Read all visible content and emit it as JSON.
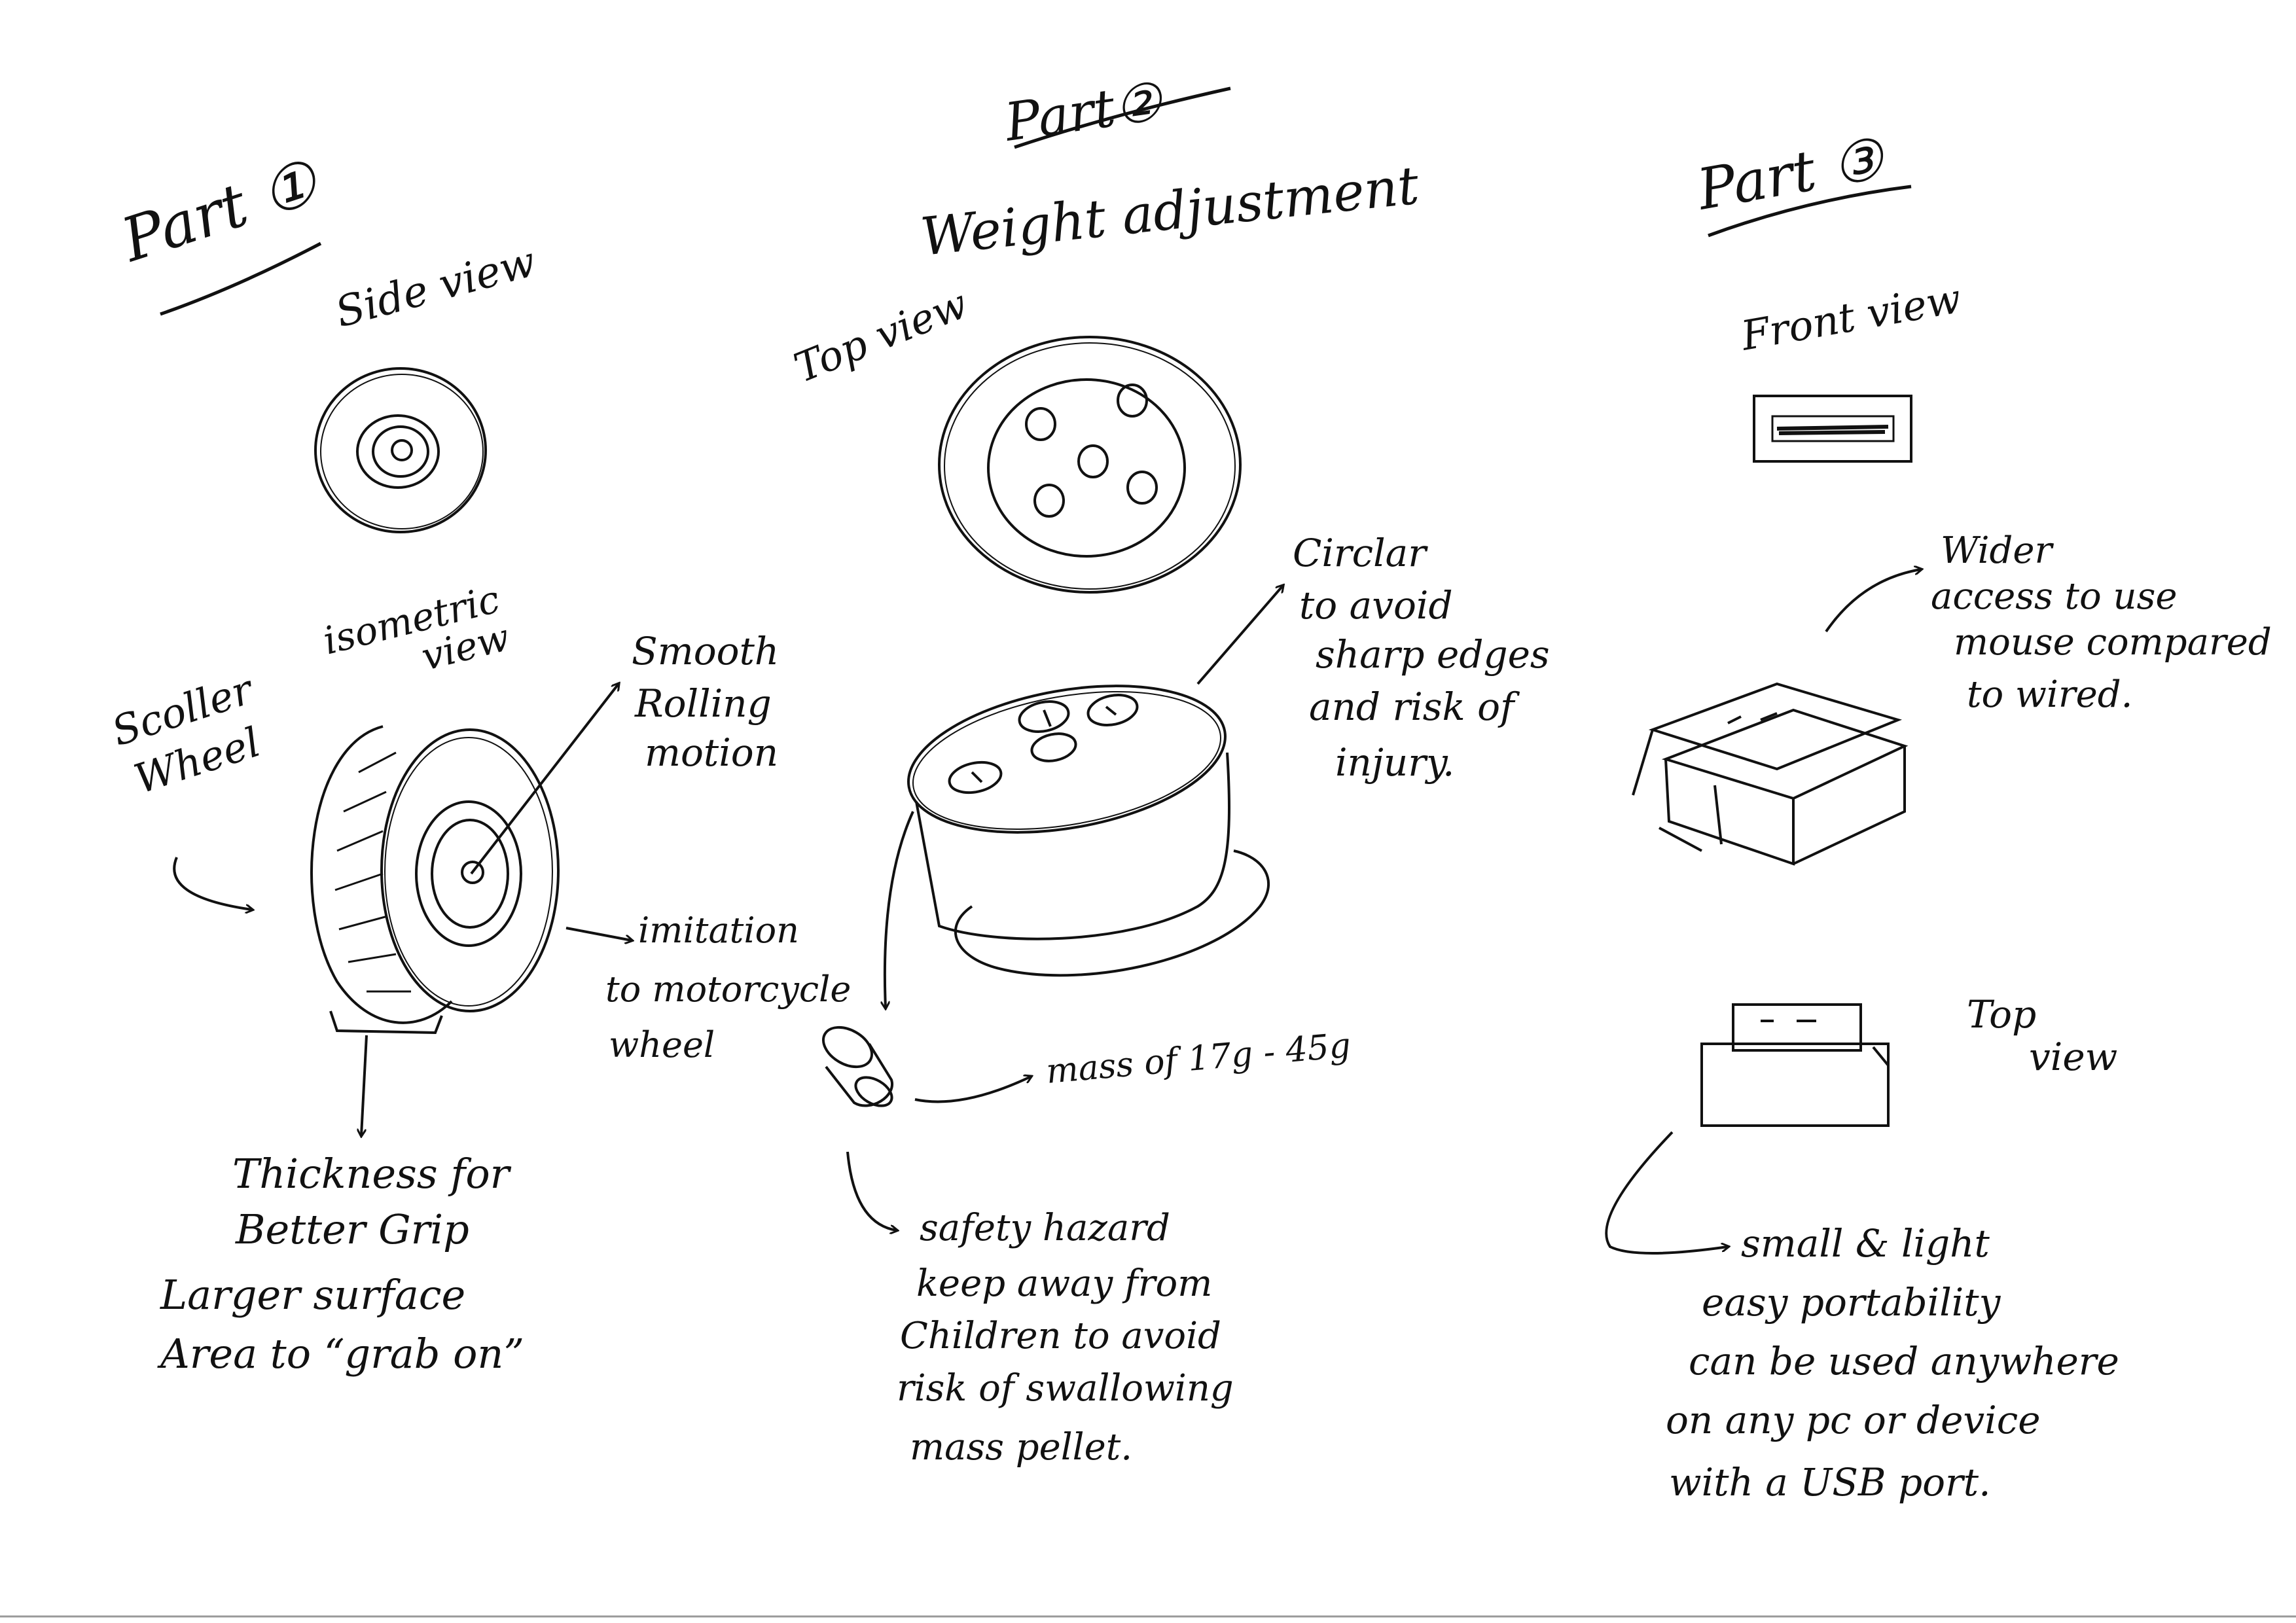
{
  "colors": {
    "ink": "#111111",
    "paper": "#ffffff"
  },
  "part1": {
    "heading": "Part ①",
    "side_view_label": "Side view",
    "isometric_label": [
      "isometric",
      "view"
    ],
    "scroller_label": [
      "Scoller",
      "Wheel"
    ],
    "smooth_label": [
      "Smooth",
      "Rolling",
      "motion"
    ],
    "imitation_label": [
      "imitation",
      "to motorcycle",
      "wheel"
    ],
    "notes": [
      "Thickness for",
      "Better Grip",
      "Larger surface",
      "Area to “grab on”"
    ]
  },
  "part2": {
    "heading": "Part②",
    "title": "Weight adjustment",
    "top_view_label": "Top view",
    "circular_note": [
      "Circlar",
      "to avoid",
      "sharp edges",
      "and risk of",
      "injury."
    ],
    "mass_label": "mass of  17g - 45g",
    "safety_note": [
      "safety hazard",
      "keep away from",
      "Children to avoid",
      "risk of swallowing",
      "mass pellet."
    ]
  },
  "part3": {
    "heading": "Part ③",
    "front_view_label": "Front view",
    "wider_note": [
      "Wider",
      "access to use",
      "mouse compared",
      "to wired."
    ],
    "top_view_label": [
      "Top",
      "view"
    ],
    "portability_note": [
      "small & light",
      "easy portability",
      "can be used anywhere",
      "on any pc or device",
      "with a USB port."
    ]
  }
}
